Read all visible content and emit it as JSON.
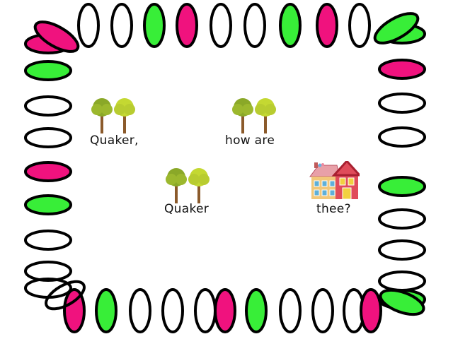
{
  "card": {
    "words": {
      "w1": "Quaker,",
      "w2": "how are",
      "w3": "Quaker",
      "w4": "thee?"
    },
    "icons": [
      "tree-icon",
      "house-icon"
    ],
    "colors": {
      "loop_stroke": "#000000",
      "fill_pink": "#f0127e",
      "fill_green": "#38ee38",
      "tree_dark_green": "#8aa828",
      "tree_light_green": "#c4d832",
      "trunk": "#8b5a2b",
      "house_wall": "#f2c779",
      "house_roof": "#e03838",
      "house_side": "#e04c5a"
    }
  }
}
